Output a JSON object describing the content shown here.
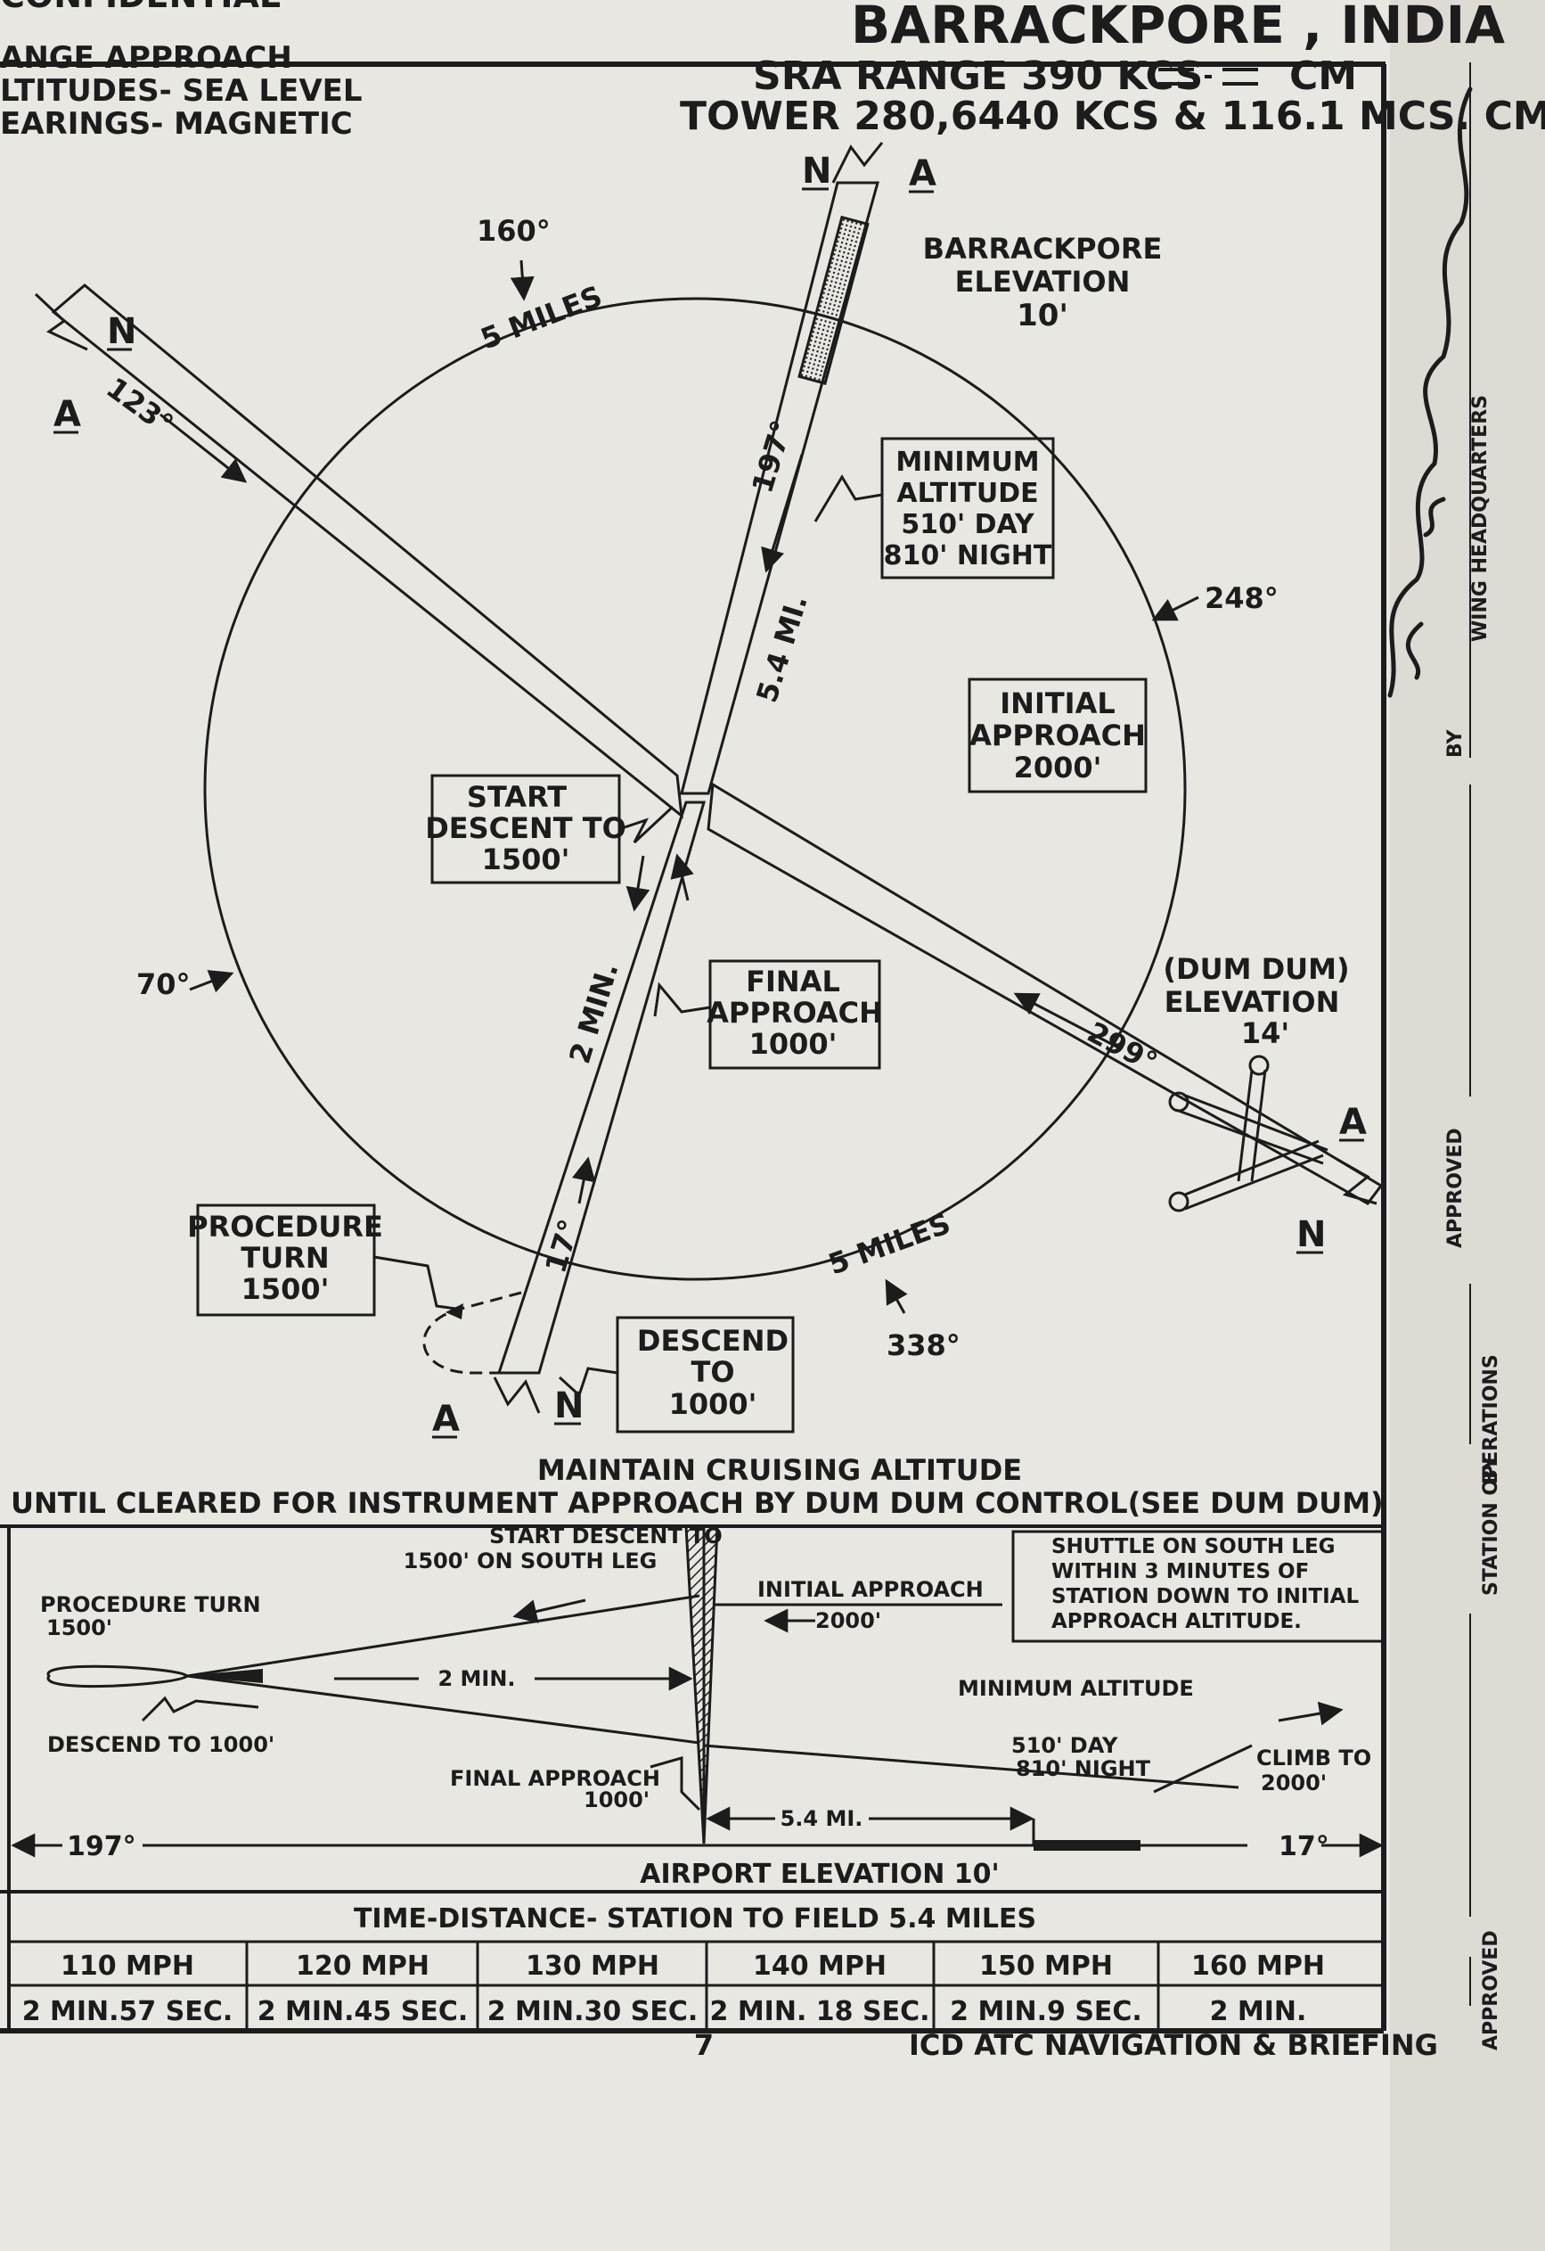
{
  "header": {
    "top_left_partial": "CONFIDENTIAL",
    "location": "BARRACKPORE , INDIA",
    "notes": [
      "ANGE APPROACH",
      "LTITUDES- SEA LEVEL",
      "EARINGS- MAGNETIC"
    ],
    "sra_range": "SRA RANGE 390 KCS",
    "sra_range_code": "CM",
    "tower": "TOWER 280,6440 KCS & 116.1 MCS. CM"
  },
  "plan_view": {
    "airfield_name": "BARRACKPORE",
    "airfield_elevation_label": "ELEVATION",
    "airfield_elevation": "10'",
    "north_letter": "N",
    "a_letter": "A",
    "bearing_160": "160°",
    "bearing_123": "123°",
    "bearing_197": "197°",
    "bearing_248": "248°",
    "bearing_70": "70°",
    "bearing_299": "299°",
    "bearing_17": "17°",
    "bearing_338": "338°",
    "radius_top": "5 MILES",
    "radius_bottom": "5 MILES",
    "dist_54": "5.4 MI.",
    "time_2min": "2 MIN.",
    "min_alt": [
      "MINIMUM",
      "ALTITUDE",
      "510' DAY",
      "810' NIGHT"
    ],
    "initial_approach": [
      "INITIAL",
      "APPROACH",
      "2000'"
    ],
    "start_descent": [
      "START",
      "DESCENT TO",
      "1500'"
    ],
    "final_approach": [
      "FINAL",
      "APPROACH",
      "1000'"
    ],
    "procedure_turn": [
      "PROCEDURE",
      "TURN",
      "1500'"
    ],
    "descend_to": [
      "DESCEND",
      "TO",
      "1000'"
    ],
    "dum_dum": [
      "(DUM DUM)",
      "ELEVATION",
      "14'"
    ]
  },
  "instructions": {
    "line1": "MAINTAIN CRUISING ALTITUDE",
    "line2": "UNTIL CLEARED FOR INSTRUMENT APPROACH BY DUM DUM CONTROL(SEE DUM DUM)"
  },
  "profile": {
    "start_descent": [
      "START DESCENT TO",
      "1500' ON SOUTH LEG"
    ],
    "shuttle": [
      "SHUTTLE ON SOUTH LEG",
      "WITHIN 3 MINUTES OF",
      "STATION DOWN TO INITIAL",
      "APPROACH ALTITUDE."
    ],
    "procedure_turn": [
      "PROCEDURE TURN",
      "1500'"
    ],
    "initial_approach": "INITIAL APPROACH",
    "initial_alt": "2000'",
    "two_min": "2 MIN.",
    "min_altitude": "MINIMUM ALTITUDE",
    "descend": "DESCEND TO 1000'",
    "final_approach": [
      "FINAL APPROACH",
      "1000'"
    ],
    "min_day_night": [
      "510' DAY",
      "810' NIGHT"
    ],
    "climb": [
      "CLIMB TO",
      "2000'"
    ],
    "dist": "5.4 MI.",
    "left_bearing": "197°",
    "right_bearing": "17°",
    "airport_elevation": "AIRPORT ELEVATION 10'"
  },
  "time_table": {
    "title": "TIME-DISTANCE- STATION TO FIELD 5.4 MILES",
    "speeds": [
      "110 MPH",
      "120 MPH",
      "130 MPH",
      "140 MPH",
      "150 MPH",
      "160 MPH"
    ],
    "times": [
      "2 MIN.57 SEC.",
      "2 MIN.45 SEC.",
      "2 MIN.30 SEC.",
      "2 MIN. 18 SEC.",
      "2 MIN.9 SEC.",
      "2 MIN."
    ]
  },
  "footer": {
    "page_number": "7",
    "publisher": "ICD ATC NAVIGATION & BRIEFING"
  },
  "margin": {
    "approved_outer": "APPROVED",
    "by_outer": "BY",
    "station_operations": "STATION OPERATIONS",
    "approved_inner": "APPROVED",
    "by_inner": "BY",
    "wing_headquarters": "WING HEADQUARTERS"
  }
}
